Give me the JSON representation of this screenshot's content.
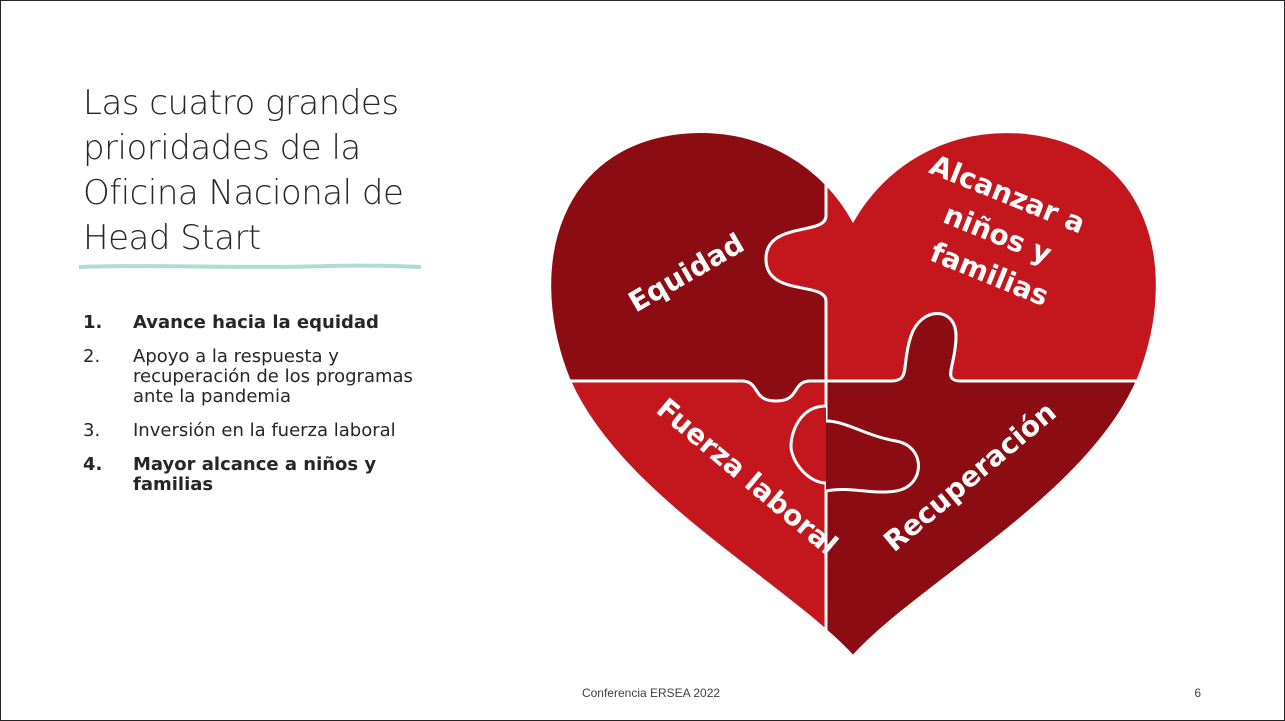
{
  "slide": {
    "title_lines": [
      "Las cuatro grandes",
      "prioridades de la",
      "Oficina Nacional de",
      "Head Start"
    ],
    "priorities": [
      {
        "number": "1.",
        "text": "Avance hacia la equidad",
        "bold": true
      },
      {
        "number": "2.",
        "text": "Apoyo a la respuesta y recuperación de los programas ante la pandemia",
        "bold": false
      },
      {
        "number": "3.",
        "text": "Inversión en la fuerza laboral",
        "bold": false
      },
      {
        "number": "4.",
        "text": "Mayor alcance a niños y familias",
        "bold": true
      }
    ],
    "footer": "Conferencia ERSEA 2022",
    "page_number": "6"
  },
  "heart": {
    "labels": {
      "equidad": "Equidad",
      "alcanzar_1": "Alcanzar a",
      "alcanzar_2": "niños y",
      "alcanzar_3": "familias",
      "fuerza": "Fuerza laboral",
      "recuperacion": "Recuperación"
    },
    "colors": {
      "dark_red": "#8b0c12",
      "bright_red": "#c4171d",
      "outline": "#ffffff",
      "rule": "#a9ddd5"
    }
  }
}
